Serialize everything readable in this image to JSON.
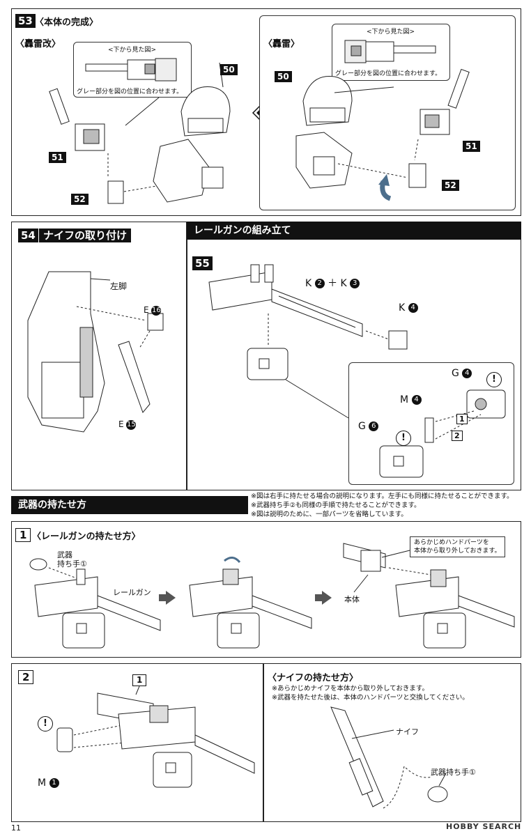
{
  "page_number": "11",
  "watermark": "HOBBY SEARCH",
  "step53": {
    "number": "53",
    "title": "〈本体の完成〉",
    "left": {
      "variant": "〈轟雷改〉",
      "view_label": "<下から見た図>",
      "gray_note": "グレー部分を図の位置に合わせます。",
      "part_a": "51",
      "part_b": "52",
      "part_c": "50"
    },
    "right": {
      "variant": "〈轟雷〉",
      "view_label": "<下から見た図>",
      "gray_note": "グレー部分を図の位置に合わせます。",
      "part_a": "51",
      "part_b": "52",
      "part_c": "50"
    }
  },
  "step54": {
    "number": "54",
    "title": "ナイフの取り付け",
    "leg_label": "左脚",
    "part_e16": "E",
    "part_e16_num": "16",
    "part_e15": "E",
    "part_e15_num": "15"
  },
  "railgun": {
    "header": "レールガンの組み立て",
    "step_number": "55",
    "k_label": "K",
    "k_nums": [
      "2",
      "3"
    ],
    "k_plus": "＋",
    "k4_label": "K",
    "k4_num": "4",
    "g4_label": "G",
    "g4_num": "4",
    "m4_label": "M",
    "m4_num": "4",
    "g6_label": "G",
    "g6_num": "6",
    "order_1": "1",
    "order_2": "2"
  },
  "weapons": {
    "header": "武器の持たせ方",
    "notes": [
      "※図は右手に持たせる場合の説明になります。左手にも同様に持たせることができます。",
      "※武器持ち手②も同様の手順で持たせることができます。",
      "※図は説明のために、一部パーツを省略しています。"
    ],
    "s1_number": "1",
    "s1_title": "〈レールガンの持たせ方〉",
    "hand_label_line1": "武器",
    "hand_label_line2": "持ち手①",
    "railgun_label": "レールガン",
    "body_label": "本体",
    "remove_note_line1": "あらかじめハンドパーツを",
    "remove_note_line2": "本体から取り外しておきます。",
    "s2_number": "2",
    "s2_part_tag": "1",
    "m1_label": "M",
    "m1_num": "1",
    "knife_title": "〈ナイフの持たせ方〉",
    "knife_notes": [
      "※あらかじめナイフを本体から取り外しておきます。",
      "※武器を持たせた後は、本体のハンドパーツと交換してください。"
    ],
    "knife_label": "ナイフ",
    "knife_hand_label": "武器持ち手①"
  }
}
